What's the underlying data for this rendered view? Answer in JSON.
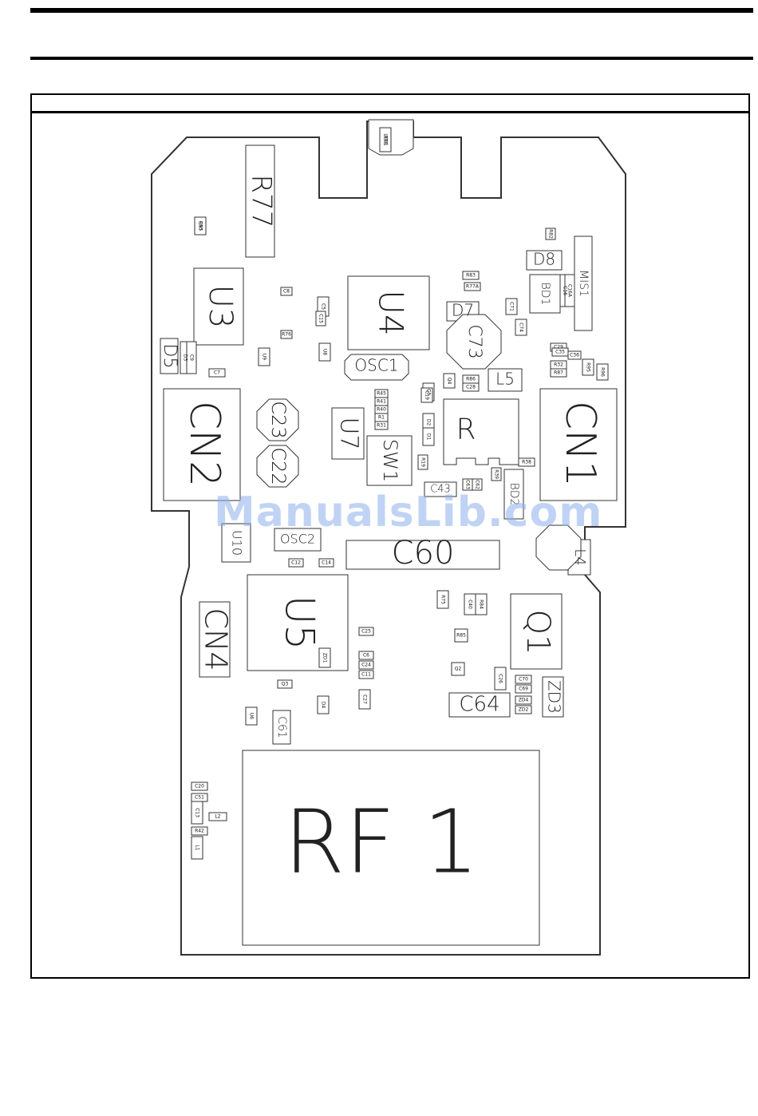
{
  "watermark": "ManualsLib.com",
  "colors": {
    "outline": "#333333",
    "watermark": "#8cafeb"
  },
  "board": {
    "big_labels": [
      "R77",
      "U3",
      "U4",
      "CN2",
      "CN1",
      "C23",
      "C22",
      "U7",
      "SW1",
      "C60",
      "U5",
      "CN4",
      "C64",
      "Q1",
      "RF 1",
      "D5",
      "D7",
      "D8",
      "L4",
      "L5",
      "ZD3",
      "C73",
      "OSC1",
      "OSC2",
      "C61",
      "U10",
      "MIS1",
      "BD1",
      "BD2",
      "C43"
    ],
    "small_labels": [
      "CN5",
      "LED1",
      "C7",
      "C5",
      "U9",
      "U8",
      "U6",
      "D4",
      "D3",
      "C9",
      "C8",
      "R76",
      "R75",
      "C40",
      "R84",
      "R85",
      "Q2",
      "Q3",
      "C6",
      "C25",
      "C24",
      "C11",
      "C12",
      "C14",
      "C15",
      "C13",
      "L1",
      "L2",
      "R42",
      "C20",
      "C51",
      "R45",
      "R41",
      "R40",
      "R1",
      "C3",
      "D2",
      "D1",
      "C19",
      "Q4",
      "R19",
      "R86",
      "C28",
      "C29",
      "R31",
      "R32",
      "R87",
      "R38",
      "R39",
      "C63",
      "C62",
      "C26",
      "C27",
      "ZD1",
      "ZD2",
      "ZD4",
      "C70",
      "C69",
      "R82",
      "R83",
      "R77A",
      "C71",
      "C74",
      "C16",
      "C16A",
      "C35",
      "C36",
      "R95",
      "R96",
      "R97",
      "R98"
    ]
  }
}
